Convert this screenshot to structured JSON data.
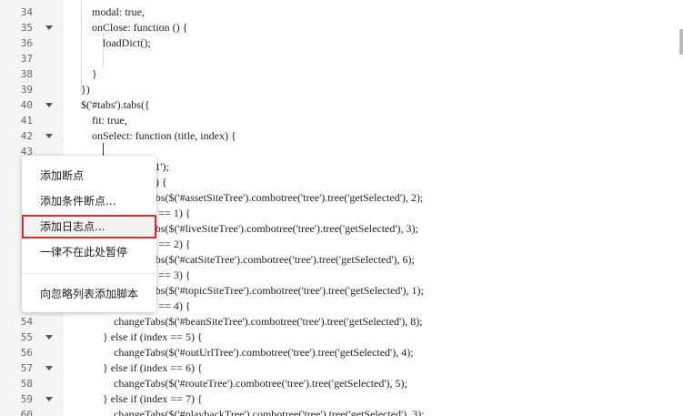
{
  "lines": [
    {
      "n": "34",
      "fold": false,
      "code": "    modal: true,"
    },
    {
      "n": "35",
      "fold": true,
      "code": "    onClose: function () {"
    },
    {
      "n": "36",
      "fold": false,
      "code": "        loadDict();"
    },
    {
      "n": "37",
      "fold": false,
      "code": ""
    },
    {
      "n": "38",
      "fold": false,
      "code": "    }"
    },
    {
      "n": "39",
      "fold": false,
      "code": "})"
    },
    {
      "n": "40",
      "fold": true,
      "code": "$('#tabs').tabs({"
    },
    {
      "n": "41",
      "fold": false,
      "code": "    fit: true,"
    },
    {
      "n": "42",
      "fold": true,
      "code": "    onSelect: function (title, index) {"
    },
    {
      "n": "43",
      "fold": false,
      "code": ""
    },
    {
      "n": "",
      "fold": false,
      "code": "            ckType('-1');"
    },
    {
      "n": "",
      "fold": false,
      "code": "           ndex == 0) {"
    },
    {
      "n": "",
      "fold": false,
      "code": "            changeTabs($('#assetSiteTree').combotree('tree').tree('getSelected'), 2);"
    },
    {
      "n": "",
      "fold": false,
      "code": "           e if (index == 1) {"
    },
    {
      "n": "",
      "fold": false,
      "code": "            changeTabs($('#liveSiteTree').combotree('tree').tree('getSelected'), 3);"
    },
    {
      "n": "",
      "fold": false,
      "code": "           e if (index == 2) {"
    },
    {
      "n": "",
      "fold": false,
      "code": "            changeTabs($('#catSiteTree').combotree('tree').tree('getSelected'), 6);"
    },
    {
      "n": "",
      "fold": false,
      "code": "           e if (index == 3) {"
    },
    {
      "n": "",
      "fold": false,
      "code": "            changeTabs($('#topicSiteTree').combotree('tree').tree('getSelected'), 1);"
    },
    {
      "n": "",
      "fold": false,
      "code": "           e if (index == 4) {"
    },
    {
      "n": "54",
      "fold": false,
      "code": "            changeTabs($('#beanSiteTree').combotree('tree').tree('getSelected'), 8);"
    },
    {
      "n": "55",
      "fold": true,
      "code": "        } else if (index == 5) {"
    },
    {
      "n": "56",
      "fold": false,
      "code": "            changeTabs($('#outUrlTree').combotree('tree').tree('getSelected'), 4);"
    },
    {
      "n": "57",
      "fold": true,
      "code": "        } else if (index == 6) {"
    },
    {
      "n": "58",
      "fold": false,
      "code": "            changeTabs($('#routeTree').combotree('tree').tree('getSelected'), 5);"
    },
    {
      "n": "59",
      "fold": true,
      "code": "        } else if (index == 7) {"
    },
    {
      "n": "60",
      "fold": false,
      "code": "            changeTabs($('#playbackTree').combotree('tree').tree('getSelected'), 3);"
    }
  ],
  "context_menu": {
    "add_breakpoint": "添加断点",
    "add_conditional_breakpoint": "添加条件断点...",
    "add_logpoint": "添加日志点...",
    "never_pause_here": "一律不在此处暂停",
    "add_to_ignore_list": "向忽略列表添加脚本"
  }
}
